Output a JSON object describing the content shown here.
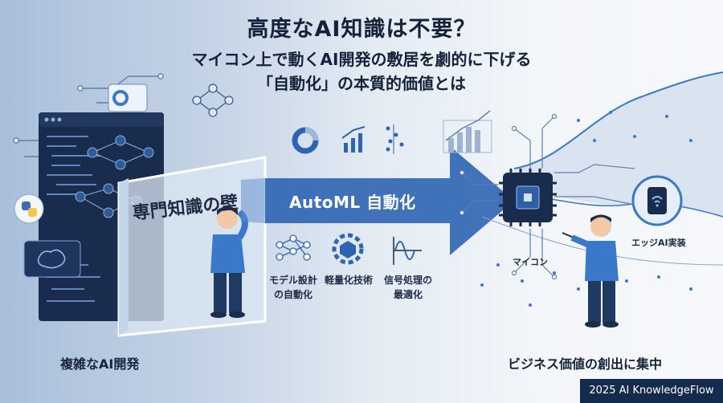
{
  "title": {
    "line1": "高度なAI知識は不要？",
    "line2": "マイコン上で動くAI開発の敷居を劇的に下げる",
    "line3": "「自動化」の本質的価値とは"
  },
  "wall_label": "専門知識の壁",
  "banner_label": "AutoML 自動化",
  "features": [
    {
      "line1": "モデル設計",
      "line2": "の自動化",
      "icon": "neural-network-icon"
    },
    {
      "line1": "軽量化技術",
      "line2": "",
      "icon": "cube-gear-icon"
    },
    {
      "line1": "信号処理の",
      "line2": "最適化",
      "icon": "signal-wave-icon"
    }
  ],
  "chip_label": "マイコン",
  "edge_label": "エッジAI実装",
  "bottom_left_label": "複雑なAI開発",
  "bottom_right_label": "ビジネス価値の創出に集中",
  "copyright": "2025 AI KnowledgeFlow",
  "colors": {
    "dark_navy": "#152b4d",
    "arrow_blue": "#2d64b3",
    "accent_blue": "#3a78c9",
    "title_text": "#14223a"
  }
}
